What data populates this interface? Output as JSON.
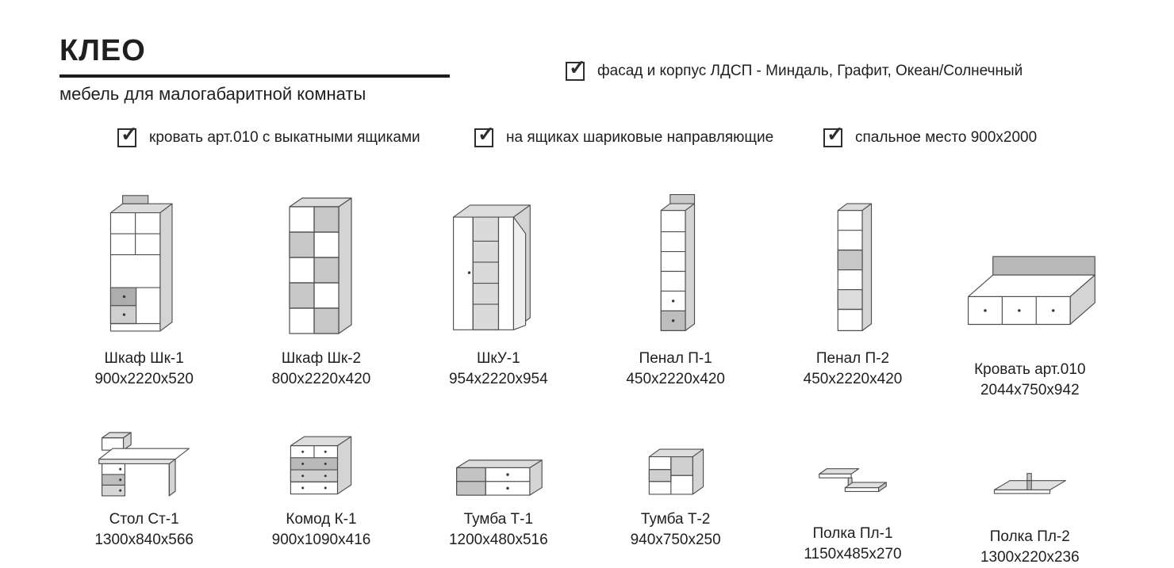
{
  "header": {
    "title": "КЛЕО",
    "subtitle": "мебель для малогабаритной комнаты"
  },
  "features": {
    "top_right": "фасад и корпус ЛДСП - Миндаль, Графит, Океан/Солнечный",
    "row": [
      "кровать арт.010 с выкатными ящиками",
      "на ящиках шариковые направляющие",
      "спальное место 900х2000"
    ]
  },
  "items": [
    {
      "name": "Шкаф Шк-1",
      "size": "900х2220х520"
    },
    {
      "name": "Шкаф Шк-2",
      "size": "800х2220х420"
    },
    {
      "name": "ШкУ-1",
      "size": "954х2220х954"
    },
    {
      "name": "Пенал П-1",
      "size": "450х2220х420"
    },
    {
      "name": "Пенал П-2",
      "size": "450х2220х420"
    },
    {
      "name": "Кровать арт.010",
      "size": "2044х750х942"
    },
    {
      "name": "Стол Ст-1",
      "size": "1300х840х566"
    },
    {
      "name": "Комод К-1",
      "size": "900х1090х416"
    },
    {
      "name": "Тумба Т-1",
      "size": "1200х480х516"
    },
    {
      "name": "Тумба Т-2",
      "size": "940х750х250"
    },
    {
      "name": "Полка Пл-1",
      "size": "1150х485х270"
    },
    {
      "name": "Полка Пл-2",
      "size": "1300х220х236"
    }
  ]
}
